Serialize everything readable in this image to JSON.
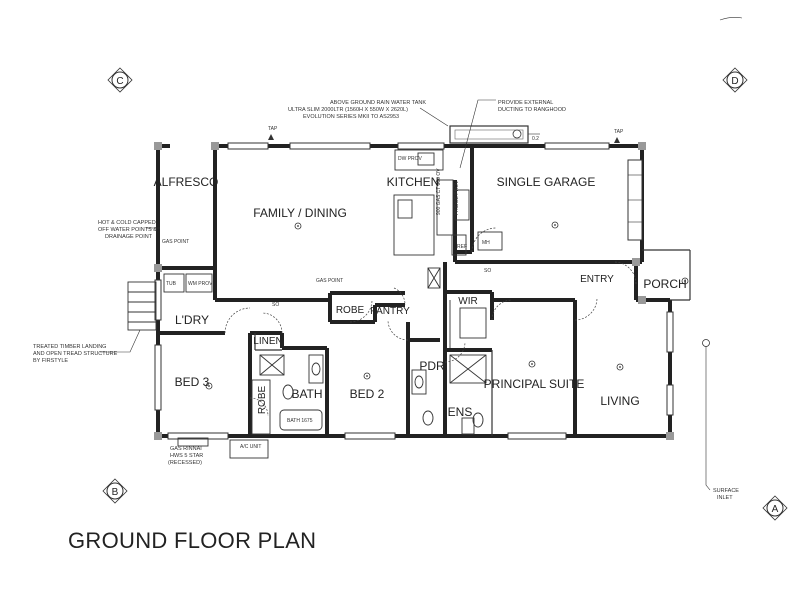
{
  "title": "GROUND FLOOR PLAN",
  "grid_markers": [
    "C",
    "D",
    "B",
    "A"
  ],
  "rooms": {
    "alfresco": "ALFRESCO",
    "family_dining": "FAMILY / DINING",
    "kitchen": "KITCHEN",
    "single_garage": "SINGLE GARAGE",
    "entry": "ENTRY",
    "porch": "PORCH",
    "laundry": "L'DRY",
    "robe_hall": "ROBE",
    "pantry": "PANTRY",
    "wir": "WIR",
    "linen": "LINEN",
    "bath": "BATH",
    "bed3": "BED 3",
    "robe_bed3": "ROBE",
    "bed2": "BED 2",
    "pdr": "PDR",
    "ens": "ENS",
    "principal_suite": "PRINCIPAL SUITE",
    "living": "LIVING"
  },
  "labels": {
    "tap_left": "TAP",
    "tap_right": "TAP",
    "gas_point_alfresco": "GAS POINT",
    "gas_point_hall": "GAS POINT",
    "so_laundry": "SO",
    "so_garage": "SO",
    "dw_prov": "DW PROV",
    "wm_prov": "WM PROV",
    "tub": "TUB",
    "bath_tub": "BATH 1675",
    "ac_unit": "A/C UNIT",
    "fridge_prov": "FRIDGE PROV",
    "gas_cooktop": "900 GAS CT 900 OV",
    "ref": "REF",
    "mh": "MH"
  },
  "notes": {
    "water_tank": [
      "ABOVE GROUND RAIN WATER TANK",
      "ULTRA SLIM 2000LTR (1560H X 550W X 2620L)",
      "EVOLUTION SERIES MKII TO AS2953"
    ],
    "rangehood": [
      "PROVIDE EXTERNAL",
      "DUCTING TO RANGHOOD"
    ],
    "water_points": [
      "HOT & COLD CAPPED",
      "OFF WATER POINTS &",
      "DRAINAGE POINT"
    ],
    "timber_landing": [
      "TREATED TIMBER LANDING",
      "AND OPEN TREAD STRUCTURE",
      "BY FIRSTYLE"
    ],
    "hws": [
      "GAS RINNAI",
      "HWS 5 STAR",
      "(RECESSED)"
    ],
    "surface_inlet": [
      "SURFACE",
      "INLET"
    ]
  },
  "colors": {
    "wall": "#222222",
    "hatch": "#999999",
    "paper": "#ffffff"
  }
}
